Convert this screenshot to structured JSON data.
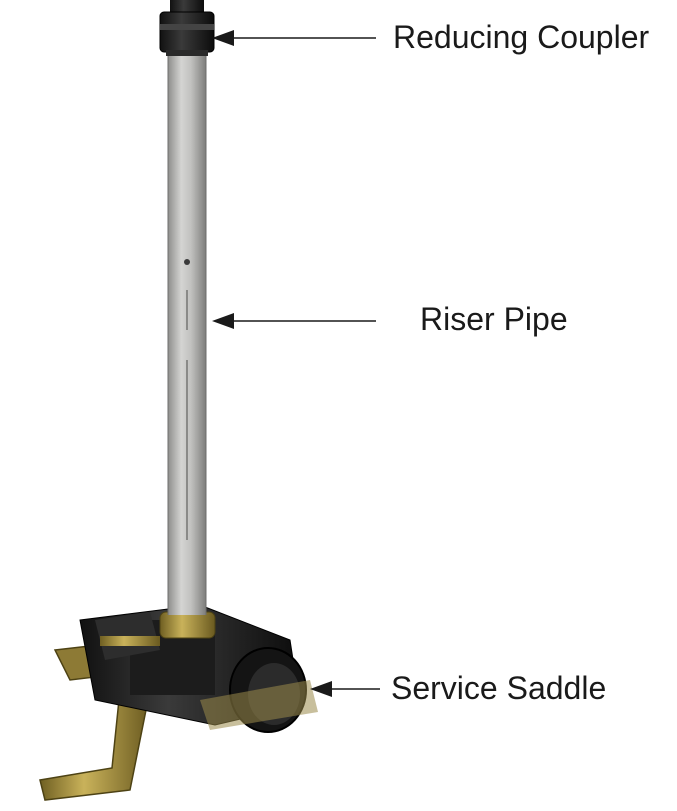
{
  "callouts": [
    {
      "id": "reducing-coupler",
      "label": "Reducing Coupler"
    },
    {
      "id": "riser-pipe",
      "label": "Riser Pipe"
    },
    {
      "id": "service-saddle",
      "label": "Service Saddle"
    }
  ],
  "colors": {
    "pipe": "#b9b9b7",
    "fitting": "#1f1f1f",
    "brass": "#a8923f",
    "arrow": "#1a1a1a",
    "text": "#1a1a1a"
  }
}
